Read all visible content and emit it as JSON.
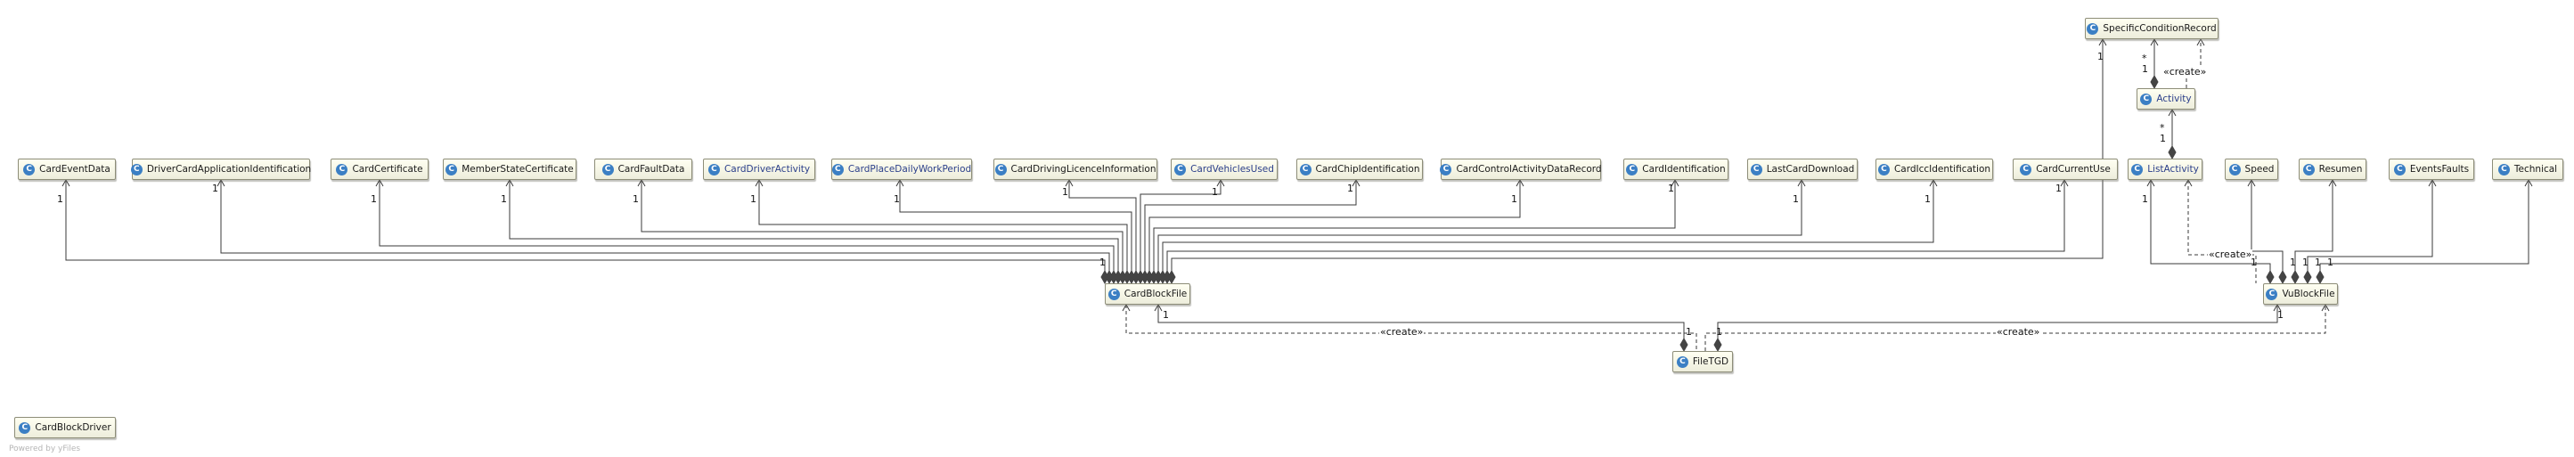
{
  "classes": {
    "card_event_data": "CardEventData",
    "driver_card_application_identification": "DriverCardApplicationIdentification",
    "card_certificate": "CardCertificate",
    "member_state_certificate": "MemberStateCertificate",
    "card_fault_data": "CardFaultData",
    "card_driver_activity": "CardDriverActivity",
    "card_place_daily_work_period": "CardPlaceDailyWorkPeriod",
    "card_driving_licence_information": "CardDrivingLicenceInformation",
    "card_vehicles_used": "CardVehiclesUsed",
    "card_chip_identification": "CardChipIdentification",
    "card_control_activity_data_record": "CardControlActivityDataRecord",
    "card_identification": "CardIdentification",
    "last_card_download": "LastCardDownload",
    "card_icc_identification": "CardIccIdentification",
    "card_current_use": "CardCurrentUse",
    "specific_condition_record": "SpecificConditionRecord",
    "activity": "Activity",
    "list_activity": "ListActivity",
    "speed": "Speed",
    "resumen": "Resumen",
    "events_faults": "EventsFaults",
    "technical": "Technical",
    "card_block_file": "CardBlockFile",
    "vu_block_file": "VuBlockFile",
    "file_tgd": "FileTGD",
    "card_block_driver": "CardBlockDriver"
  },
  "class_icon": "C",
  "multiplicity": {
    "one": "1",
    "many": "*"
  },
  "stereotype": {
    "create": "«create»"
  },
  "footer": "Powered by yFiles",
  "colors": {
    "class_fill_top": "#fffff2",
    "class_fill_bottom": "#ededdc",
    "class_border": "#8d8d78",
    "class_icon": "#3b7fc4",
    "link_text": "#2b3f8a",
    "edge": "#3a3a3a"
  }
}
